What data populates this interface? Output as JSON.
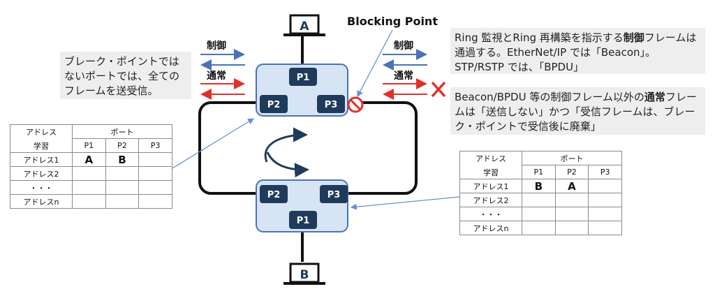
{
  "laptop_a": "A",
  "laptop_b": "B",
  "blocking_point": "Blocking Point",
  "switch_top": {
    "p1": "P1",
    "p2": "P2",
    "p3": "P3"
  },
  "switch_bottom": {
    "p1": "P1",
    "p2": "P2",
    "p3": "P3"
  },
  "left_labels": {
    "control": "制御",
    "normal": "通常"
  },
  "right_labels": {
    "control": "制御",
    "normal": "通常"
  },
  "colors": {
    "control": "#4a72b8",
    "normal": "#e0302c",
    "switch_fill": "#d7e4f3",
    "switch_border": "#4a72b8",
    "port": "#1f3b5c",
    "blocking": "#e0302c"
  },
  "note_left": "ブレーク・ポイントではないポートでは、全てのフレームを送受信。",
  "note_right_top": {
    "pre": "Ring 監視とRing 再構築を指示する",
    "bold": "制御",
    "post": "フレームは通過する。EtherNet/IP では「Beacon」。STP/RSTP では、「BPDU」"
  },
  "note_right_bottom": {
    "pre": "Beacon/BPDU 等の制御フレーム以外の",
    "bold": "通常",
    "post": "フレームは「送信しない」かつ「受信フレームは、ブレーク・ポイントで受信後に廃棄」"
  },
  "table_left": {
    "h1a": "アドレス",
    "h1b": "学習",
    "h2": "ポート",
    "ports": [
      "P1",
      "P2",
      "P3"
    ],
    "rows": [
      {
        "label": "アドレス1",
        "cells": [
          "A",
          "B",
          ""
        ]
      },
      {
        "label": "アドレス2",
        "cells": [
          "",
          "",
          ""
        ]
      },
      {
        "label": "・・・",
        "cells": [
          "",
          "",
          ""
        ]
      },
      {
        "label": "アドレスn",
        "cells": [
          "",
          "",
          ""
        ]
      }
    ]
  },
  "table_right": {
    "h1a": "アドレス",
    "h1b": "学習",
    "h2": "ポート",
    "ports": [
      "P1",
      "P2",
      "P3"
    ],
    "rows": [
      {
        "label": "アドレス1",
        "cells": [
          "B",
          "A",
          ""
        ]
      },
      {
        "label": "アドレス2",
        "cells": [
          "",
          "",
          ""
        ]
      },
      {
        "label": "・・・",
        "cells": [
          "",
          "",
          ""
        ]
      },
      {
        "label": "アドレスn",
        "cells": [
          "",
          "",
          ""
        ]
      }
    ]
  }
}
